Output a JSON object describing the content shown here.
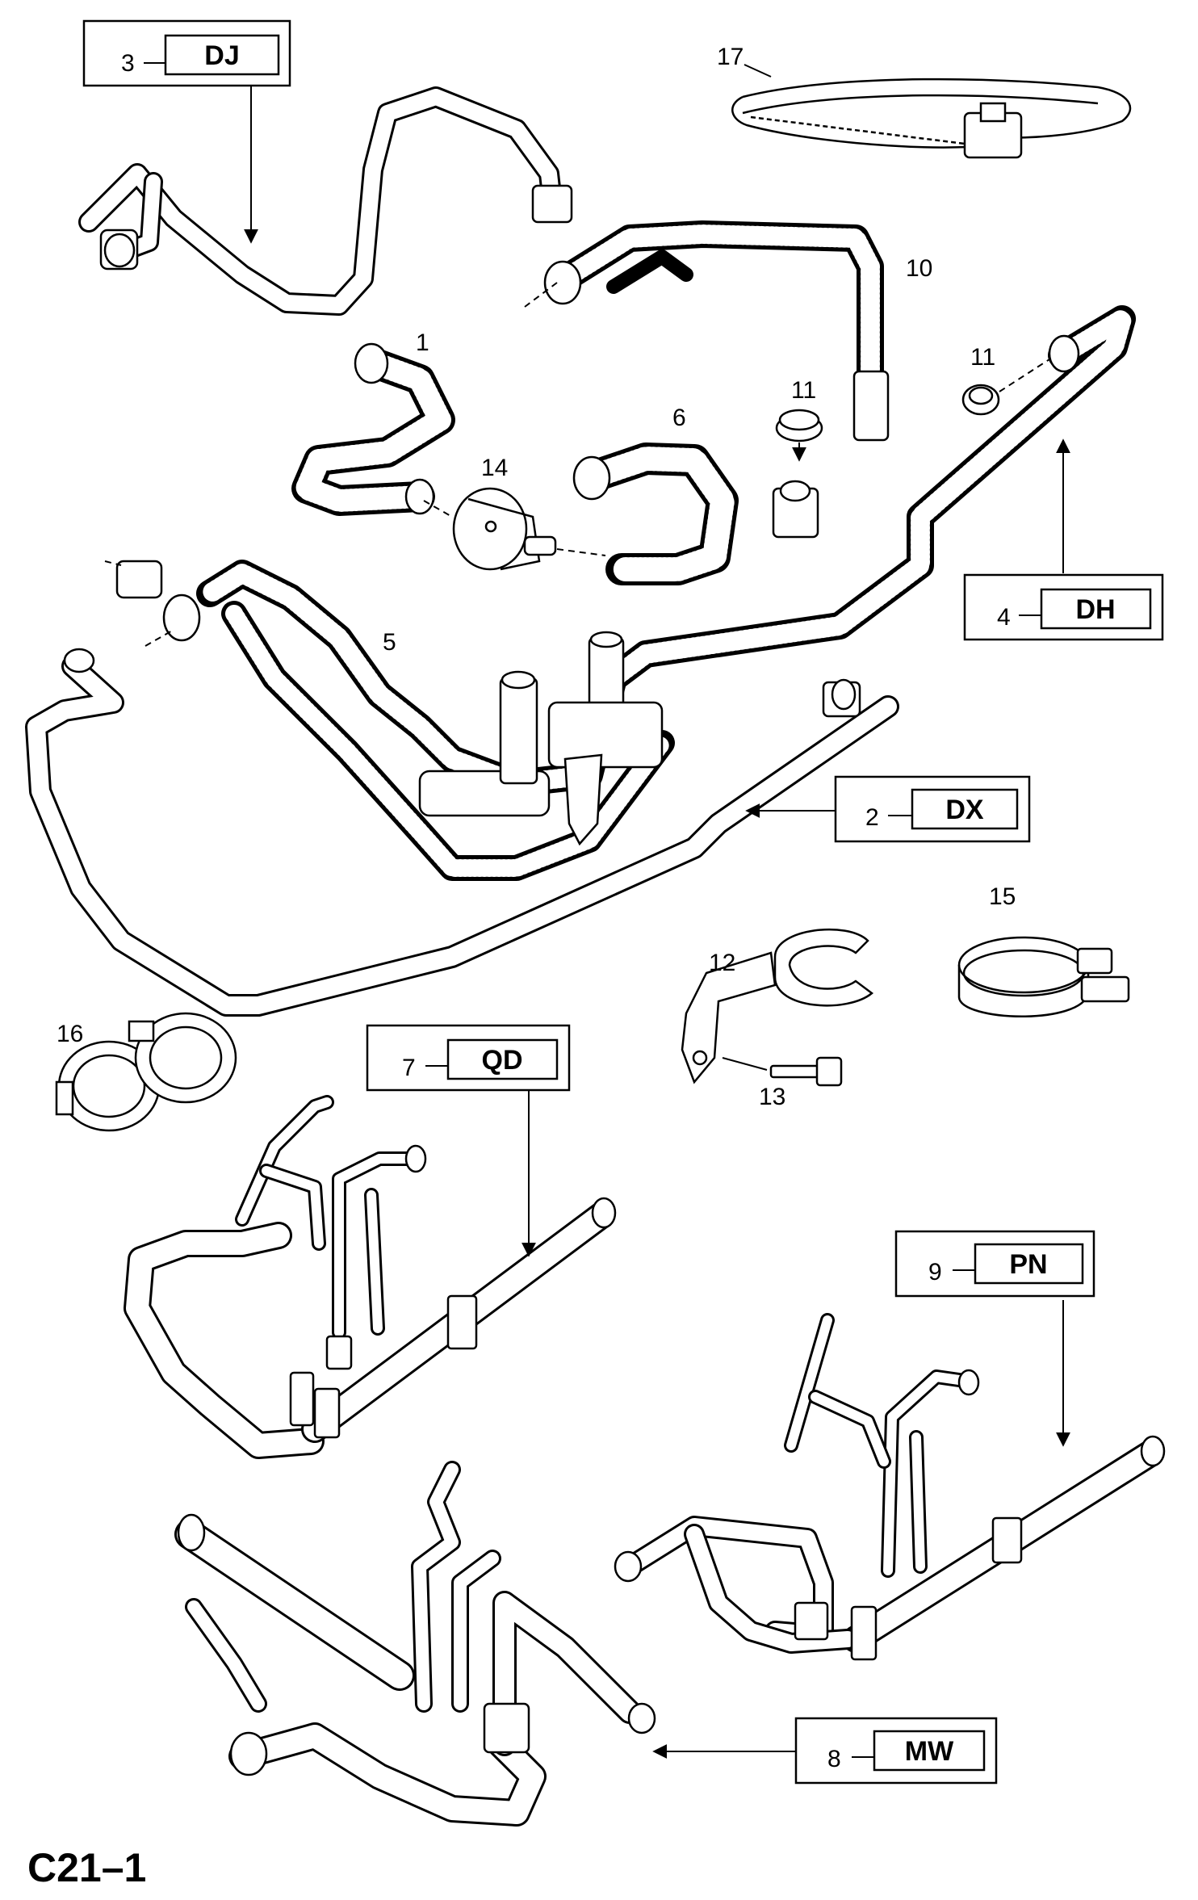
{
  "page_id": "C21–1",
  "callouts": [
    {
      "num": "3",
      "code": "DJ"
    },
    {
      "num": "4",
      "code": "DH"
    },
    {
      "num": "2",
      "code": "DX"
    },
    {
      "num": "7",
      "code": "QD"
    },
    {
      "num": "9",
      "code": "PN"
    },
    {
      "num": "8",
      "code": "MW"
    }
  ],
  "part_labels": [
    "17",
    "10",
    "1",
    "11",
    "11",
    "6",
    "14",
    "5",
    "15",
    "12",
    "13",
    "16"
  ],
  "colors": {
    "line": "#000000",
    "background": "#ffffff"
  }
}
